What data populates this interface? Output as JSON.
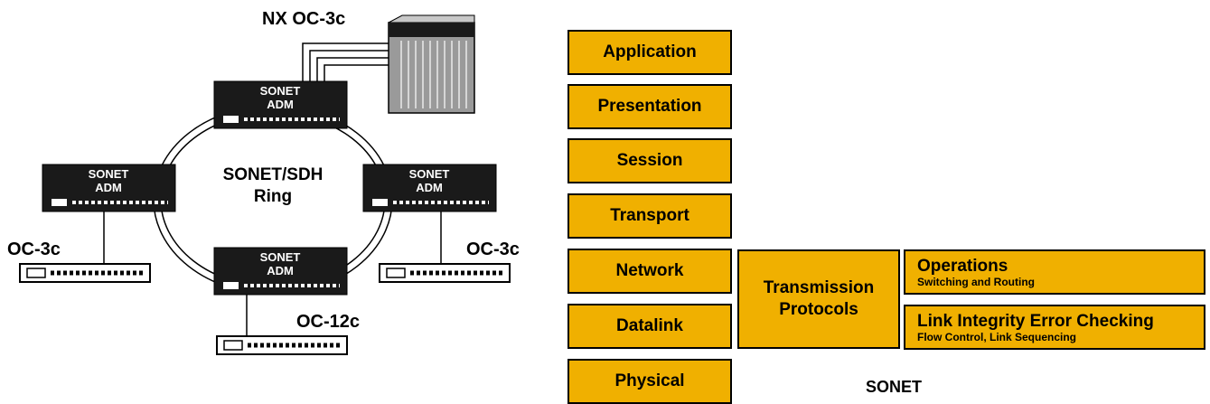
{
  "network": {
    "trunk_label": "NX OC-3c",
    "ring_label_line1": "SONET/SDH",
    "ring_label_line2": "Ring",
    "adm_line1": "SONET",
    "adm_line2": "ADM",
    "left_tributary": "OC-3c",
    "right_tributary": "OC-3c",
    "bottom_tributary": "OC-12c"
  },
  "osi_layers": [
    "Application",
    "Presentation",
    "Session",
    "Transport",
    "Network",
    "Datalink",
    "Physical"
  ],
  "sonet_stack": {
    "transmission_line1": "Transmission",
    "transmission_line2": "Protocols",
    "operations_title": "Operations",
    "operations_sub": "Switching and Routing",
    "link_title": "Link Integrity Error Checking",
    "link_sub": "Flow  Control, Link Sequencing",
    "caption": "SONET"
  },
  "colors": {
    "layer_fill": "#f0b000",
    "device_fill": "#1a1a1a"
  }
}
